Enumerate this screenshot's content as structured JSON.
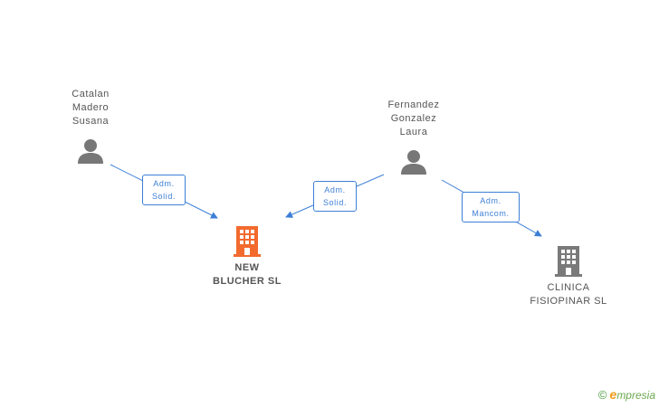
{
  "nodes": {
    "catalan": {
      "line1": "Catalan",
      "line2": "Madero",
      "line3": "Susana"
    },
    "fernandez": {
      "line1": "Fernandez",
      "line2": "Gonzalez",
      "line3": "Laura"
    },
    "new_blucher": {
      "line1": "NEW",
      "line2": "BLUCHER SL"
    },
    "clinica": {
      "line1": "CLINICA",
      "line2": "FISIOPINAR SL"
    }
  },
  "edges": {
    "catalan_to_blucher": {
      "line1": "Adm.",
      "line2": "Solid."
    },
    "fernandez_to_blucher": {
      "line1": "Adm.",
      "line2": "Solid."
    },
    "fernandez_to_clinica": {
      "line1": "Adm.",
      "line2": "Mancom."
    }
  },
  "colors": {
    "edge": "#3d7fd6",
    "person_icon": "#777777",
    "main_company_icon": "#f26a2e",
    "other_company_icon": "#7a7a7a"
  },
  "watermark": {
    "copyright": "©",
    "brand_initial": "e",
    "brand_rest": "mpresia"
  }
}
